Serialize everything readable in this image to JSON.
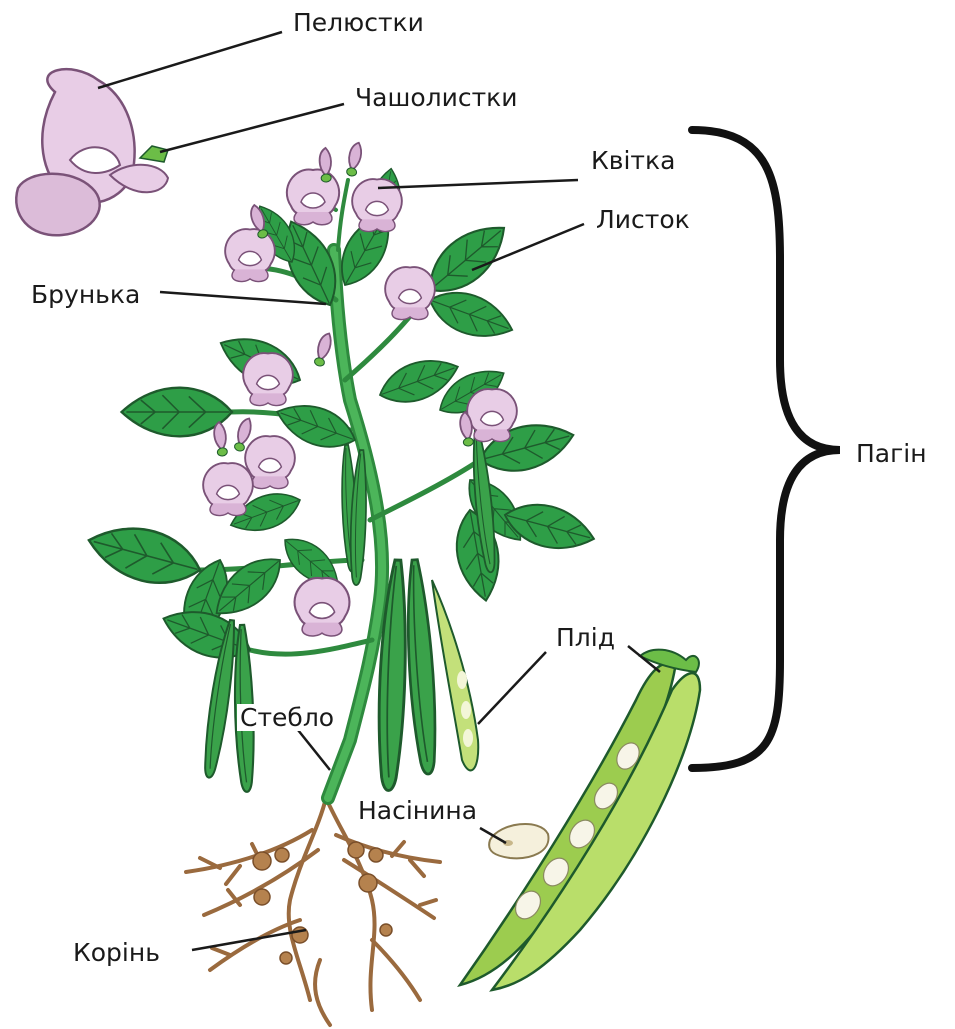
{
  "labels": {
    "petals": "Пелюстки",
    "sepals": "Чашолистки",
    "flower": "Квітка",
    "leaf": "Листок",
    "bud": "Брунька",
    "shoot": "Пагін",
    "fruit": "Плід",
    "stem": "Стебло",
    "seed": "Насінина",
    "root": "Корінь"
  },
  "colors": {
    "leaf": "#2e9e47",
    "leaf_dark": "#1e6b30",
    "petal": "#e8cde6",
    "petal_edge": "#7a5278",
    "pod": "#9ccc4f",
    "root": "#9a6a3e",
    "bracket": "#111111"
  }
}
